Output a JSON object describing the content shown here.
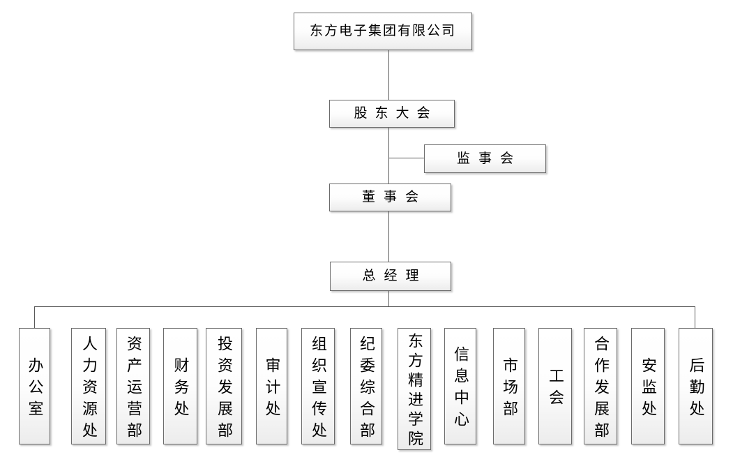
{
  "chart": {
    "company": "东方电子集团有限公司",
    "shareholders_meeting": "股东大会",
    "supervisory_board": "监事会",
    "board_of_directors": "董事会",
    "general_manager": "总经理",
    "departments": [
      "办公室",
      "人力资源处",
      "资产运营部",
      "财务处",
      "投资发展部",
      "审计处",
      "组织宣传处",
      "纪委综合部",
      "东方精进学院",
      "信息中心",
      "市场部",
      "工会",
      "合作发展部",
      "安监处",
      "后勤处"
    ]
  },
  "colors": {
    "background": "#ffffff",
    "box_border": "#6b6b6b",
    "box_fill_top": "#ffffff",
    "box_fill_bottom": "#ececec",
    "connector": "#595959",
    "shadow": "#b4b4b4"
  }
}
